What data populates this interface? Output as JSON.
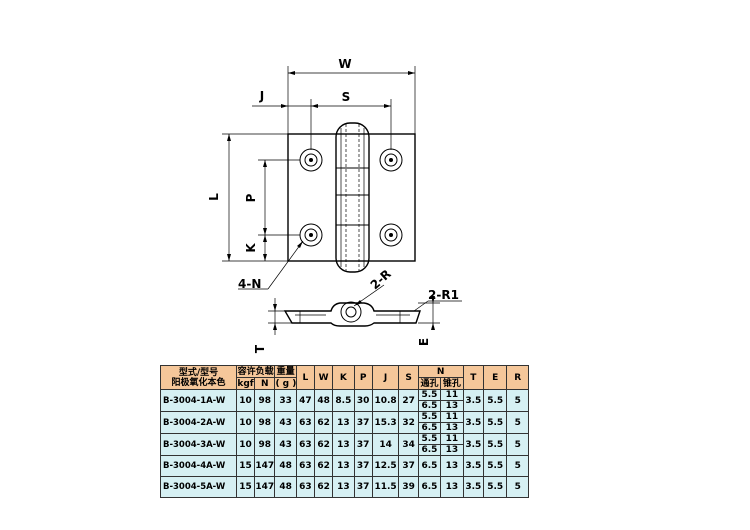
{
  "drawing": {
    "labels": {
      "W": "W",
      "J": "J",
      "S": "S",
      "L": "L",
      "P": "P",
      "K": "K",
      "N": "4-N",
      "R": "2-R",
      "R1": "2-R1",
      "T": "T",
      "E": "E"
    }
  },
  "table": {
    "header": {
      "model_line1": "型式/型号",
      "model_line2": "阳极氧化本色",
      "load_title": "容许负载",
      "load_kgf": "kgf",
      "load_n": "N",
      "weight_title": "重量",
      "weight_unit": "( g )",
      "L": "L",
      "W": "W",
      "K": "K",
      "P": "P",
      "J": "J",
      "S": "S",
      "N": "N",
      "N_through": "通孔",
      "N_countersink": "锥孔",
      "T": "T",
      "E": "E",
      "R": "R"
    },
    "rows": [
      {
        "model": "B-3004-1A-W",
        "kgf": "10",
        "n": "98",
        "weight": "33",
        "L": "47",
        "W": "48",
        "K": "8.5",
        "P": "30",
        "J": "10.8",
        "S": "27",
        "N_through": [
          "5.5",
          "6.5"
        ],
        "N_countersink": [
          "11",
          "13"
        ],
        "T": "3.5",
        "E": "5.5",
        "R": "5"
      },
      {
        "model": "B-3004-2A-W",
        "kgf": "10",
        "n": "98",
        "weight": "43",
        "L": "63",
        "W": "62",
        "K": "13",
        "P": "37",
        "J": "15.3",
        "S": "32",
        "N_through": [
          "5.5",
          "6.5"
        ],
        "N_countersink": [
          "11",
          "13"
        ],
        "T": "3.5",
        "E": "5.5",
        "R": "5"
      },
      {
        "model": "B-3004-3A-W",
        "kgf": "10",
        "n": "98",
        "weight": "43",
        "L": "63",
        "W": "62",
        "K": "13",
        "P": "37",
        "J": "14",
        "S": "34",
        "N_through": [
          "5.5",
          "6.5"
        ],
        "N_countersink": [
          "11",
          "13"
        ],
        "T": "3.5",
        "E": "5.5",
        "R": "5"
      },
      {
        "model": "B-3004-4A-W",
        "kgf": "15",
        "n": "147",
        "weight": "48",
        "L": "63",
        "W": "62",
        "K": "13",
        "P": "37",
        "J": "12.5",
        "S": "37",
        "N_through": [
          "6.5"
        ],
        "N_countersink": [
          "13"
        ],
        "T": "3.5",
        "E": "5.5",
        "R": "5"
      },
      {
        "model": "B-3004-5A-W",
        "kgf": "15",
        "n": "147",
        "weight": "48",
        "L": "63",
        "W": "62",
        "K": "13",
        "P": "37",
        "J": "11.5",
        "S": "39",
        "N_through": [
          "6.5"
        ],
        "N_countersink": [
          "13"
        ],
        "T": "3.5",
        "E": "5.5",
        "R": "5"
      }
    ]
  }
}
